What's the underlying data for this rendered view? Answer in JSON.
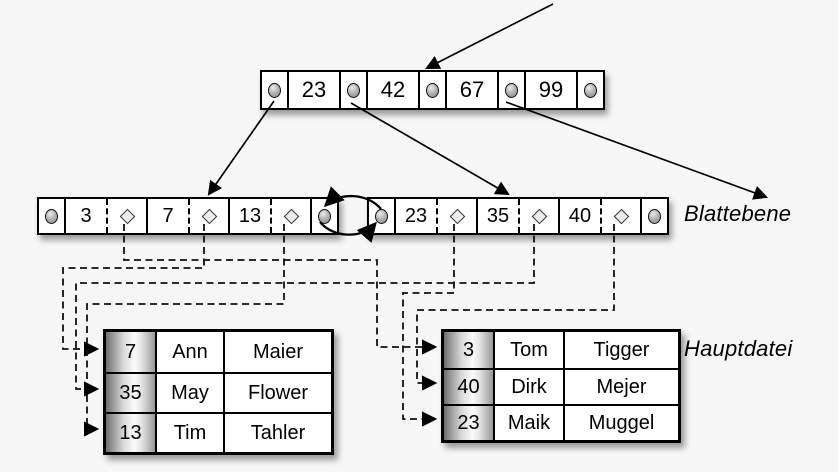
{
  "colors": {
    "background": "#f7f7f7",
    "ink": "#000000",
    "cell_fill": "#ffffff",
    "key_column_shade": "#989898"
  },
  "root_node": {
    "keys": [
      "23",
      "42",
      "67",
      "99"
    ]
  },
  "leaf_nodes": [
    {
      "keys": [
        "3",
        "7",
        "13"
      ]
    },
    {
      "keys": [
        "23",
        "35",
        "40"
      ]
    }
  ],
  "labels": {
    "leaf_level": "Blattebene",
    "main_file": "Hauptdatei"
  },
  "main_file_tables": [
    {
      "rows": [
        {
          "key": "7",
          "first_name": "Ann",
          "last_name": "Maier"
        },
        {
          "key": "35",
          "first_name": "May",
          "last_name": "Flower"
        },
        {
          "key": "13",
          "first_name": "Tim",
          "last_name": "Tahler"
        }
      ]
    },
    {
      "rows": [
        {
          "key": "3",
          "first_name": "Tom",
          "last_name": "Tigger"
        },
        {
          "key": "40",
          "first_name": "Dirk",
          "last_name": "Mejer"
        },
        {
          "key": "23",
          "first_name": "Maik",
          "last_name": "Muggel"
        }
      ]
    }
  ]
}
